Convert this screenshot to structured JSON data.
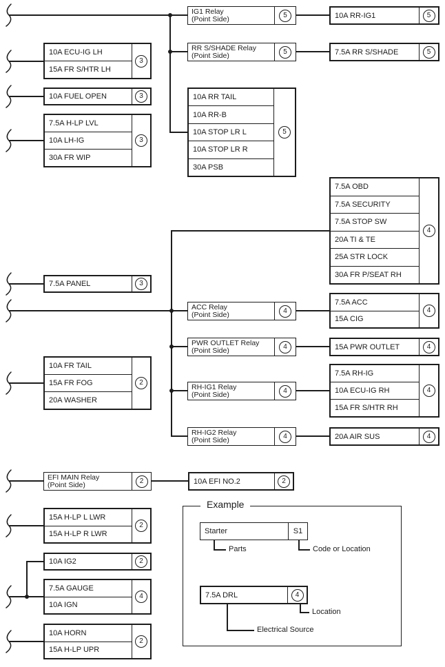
{
  "colors": {
    "line": "#1c1c1c",
    "background": "#ffffff"
  },
  "left": [
    {
      "rows": [
        "10A ECU-IG LH",
        "15A FR S/HTR LH"
      ],
      "loc": "3"
    },
    {
      "rows": [
        "10A FUEL OPEN"
      ],
      "loc": "3"
    },
    {
      "rows": [
        "7.5A H-LP LVL",
        "10A LH-IG",
        "30A FR WIP"
      ],
      "loc": "3"
    },
    {
      "rows": [
        "7.5A PANEL"
      ],
      "loc": "3"
    },
    {
      "rows": [
        "10A FR TAIL",
        "15A FR FOG",
        "20A WASHER"
      ],
      "loc": "2"
    },
    {
      "rows": [
        "15A H-LP L LWR",
        "15A H-LP R LWR"
      ],
      "loc": "2"
    },
    {
      "rows": [
        "10A IG2"
      ],
      "loc": "2"
    },
    {
      "rows": [
        "7.5A GAUGE",
        "10A IGN"
      ],
      "loc": "4"
    },
    {
      "rows": [
        "10A HORN",
        "15A H-LP UPR"
      ],
      "loc": "2"
    }
  ],
  "relays": [
    {
      "line1": "IG1 Relay",
      "line2": "(Point Side)",
      "loc": "5"
    },
    {
      "line1": "RR S/SHADE Relay",
      "line2": "(Point Side)",
      "loc": "5"
    },
    {
      "line1": "ACC Relay",
      "line2": "(Point Side)",
      "loc": "4"
    },
    {
      "line1": "PWR OUTLET Relay",
      "line2": "(Point Side)",
      "loc": "4"
    },
    {
      "line1": "RH-IG1 Relay",
      "line2": "(Point Side)",
      "loc": "4"
    },
    {
      "line1": "RH-IG2 Relay",
      "line2": "(Point Side)",
      "loc": "4"
    },
    {
      "line1": "EFI MAIN Relay",
      "line2": "(Point Side)",
      "loc": "2"
    }
  ],
  "middle": [
    {
      "rows": [
        "10A RR TAIL",
        "10A RR-B",
        "10A STOP LR L",
        "10A STOP LR R",
        "30A PSB"
      ],
      "loc": "5"
    },
    {
      "rows": [
        "10A EFI NO.2"
      ],
      "loc": "2"
    }
  ],
  "right": [
    {
      "rows": [
        "10A RR-IG1"
      ],
      "loc": "5"
    },
    {
      "rows": [
        "7.5A RR S/SHADE"
      ],
      "loc": "5"
    },
    {
      "rows": [
        "7.5A OBD",
        "7.5A SECURITY",
        "7.5A STOP SW",
        "20A TI & TE",
        "25A STR LOCK",
        "30A FR P/SEAT RH"
      ],
      "loc": "4"
    },
    {
      "rows": [
        "7.5A ACC",
        "15A CIG"
      ],
      "loc": "4"
    },
    {
      "rows": [
        "15A PWR OUTLET"
      ],
      "loc": "4"
    },
    {
      "rows": [
        "7.5A RH-IG",
        "10A ECU-IG RH",
        "15A FR S/HTR RH"
      ],
      "loc": "4"
    },
    {
      "rows": [
        "20A AIR SUS"
      ],
      "loc": "4"
    }
  ],
  "example": {
    "title": "Example",
    "parts_box": {
      "label": "Starter",
      "code": "S1"
    },
    "callout_parts": "Parts",
    "callout_code": "Code or Location",
    "source_box": {
      "label": "7.5A DRL",
      "loc": "4"
    },
    "callout_location": "Location",
    "callout_source": "Electrical Source"
  }
}
